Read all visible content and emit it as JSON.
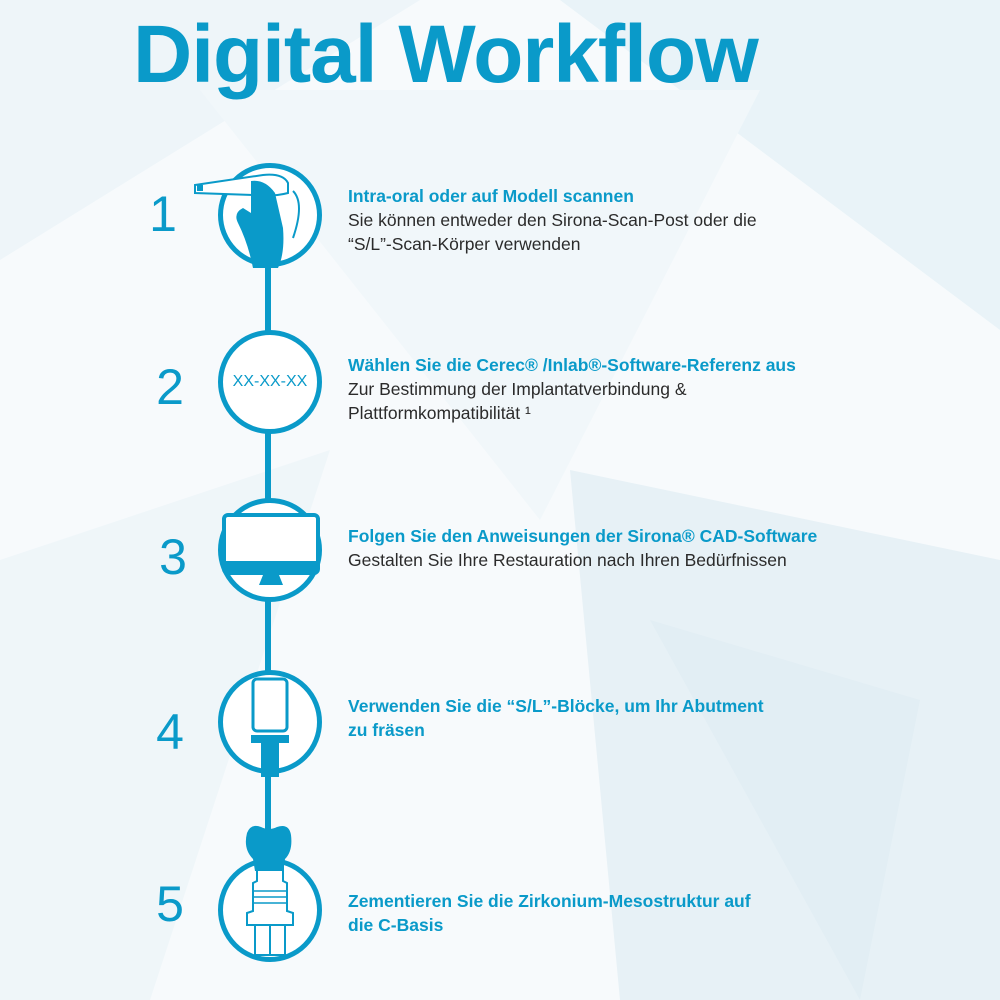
{
  "title": "Digital Workflow",
  "colors": {
    "accent": "#0a9ac9",
    "text": "#2b2b2b"
  },
  "steps": [
    {
      "number": "1",
      "icon": "hand-scanner-icon",
      "heading": "Intra-oral oder auf Modell scannen",
      "body_lines": [
        "Sie können entweder den Sirona-Scan-Post oder die",
        "“S/L”-Scan-Körper verwenden"
      ]
    },
    {
      "number": "2",
      "icon": "reference-code-icon",
      "icon_text": "XX-XX-XX",
      "heading": "Wählen Sie die Cerec® /Inlab®-Software-Referenz aus",
      "body_lines": [
        "Zur Bestimmung der Implantatverbindung &",
        "Plattformkompatibilität ¹"
      ]
    },
    {
      "number": "3",
      "icon": "monitor-icon",
      "heading": "Folgen Sie den Anweisungen der Sirona® CAD-Software",
      "body_lines": [
        "Gestalten Sie Ihre Restauration nach Ihren Bedürfnissen"
      ]
    },
    {
      "number": "4",
      "icon": "milling-block-icon",
      "heading_lines": [
        "Verwenden Sie die “S/L”-Blöcke, um Ihr Abutment",
        "zu fräsen"
      ]
    },
    {
      "number": "5",
      "icon": "crown-abutment-icon",
      "heading_lines": [
        "Zementieren Sie die Zirkonium-Mesostruktur auf",
        "die C-Basis"
      ]
    }
  ]
}
